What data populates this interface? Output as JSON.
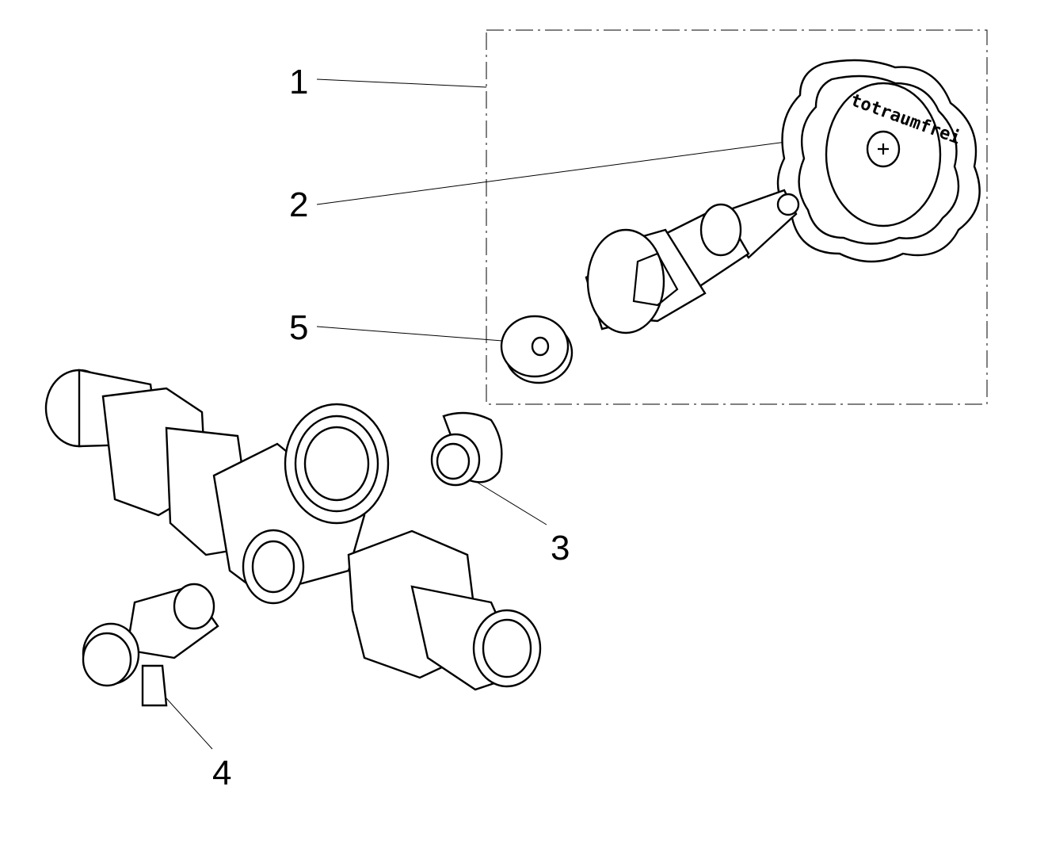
{
  "diagram": {
    "title": "Exploded view of valve assembly",
    "callouts": [
      {
        "number": "1",
        "part": "upper-valve-assembly"
      },
      {
        "number": "2",
        "part": "handwheel"
      },
      {
        "number": "3",
        "part": "plug"
      },
      {
        "number": "4",
        "part": "drain-valve"
      },
      {
        "number": "5",
        "part": "seal-washer"
      }
    ],
    "handwheel_text": "totraumfrei"
  }
}
